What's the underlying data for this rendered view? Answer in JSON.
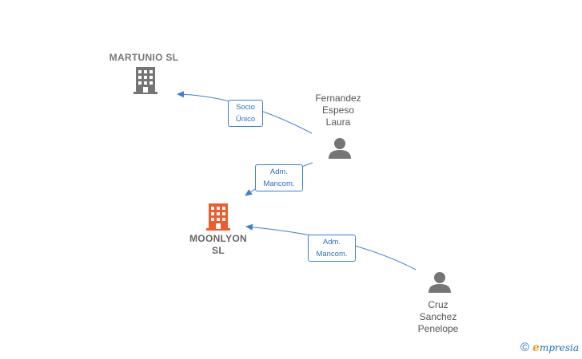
{
  "nodes": {
    "martunio": {
      "label": "MARTUNIO  SL",
      "icon": "building-icon",
      "color": "#757575"
    },
    "moonlyon": {
      "label": "MOONLYON\nSL",
      "icon": "building-icon",
      "color": "#f15a2b"
    },
    "fernandez": {
      "label": "Fernandez\nEspeso\nLaura",
      "icon": "person-icon",
      "color": "#757575"
    },
    "cruz": {
      "label": "Cruz\nSanchez\nPenelope",
      "icon": "person-icon",
      "color": "#757575"
    }
  },
  "edges": {
    "socio": {
      "label": "Socio\nÚnico"
    },
    "adm1": {
      "label": "Adm.\nMancom."
    },
    "adm2": {
      "label": "Adm.\nMancom."
    }
  },
  "colors": {
    "edge": "#3b7fd3"
  },
  "watermark": {
    "symbol": "©",
    "e": "e",
    "brand": "mpresia"
  }
}
